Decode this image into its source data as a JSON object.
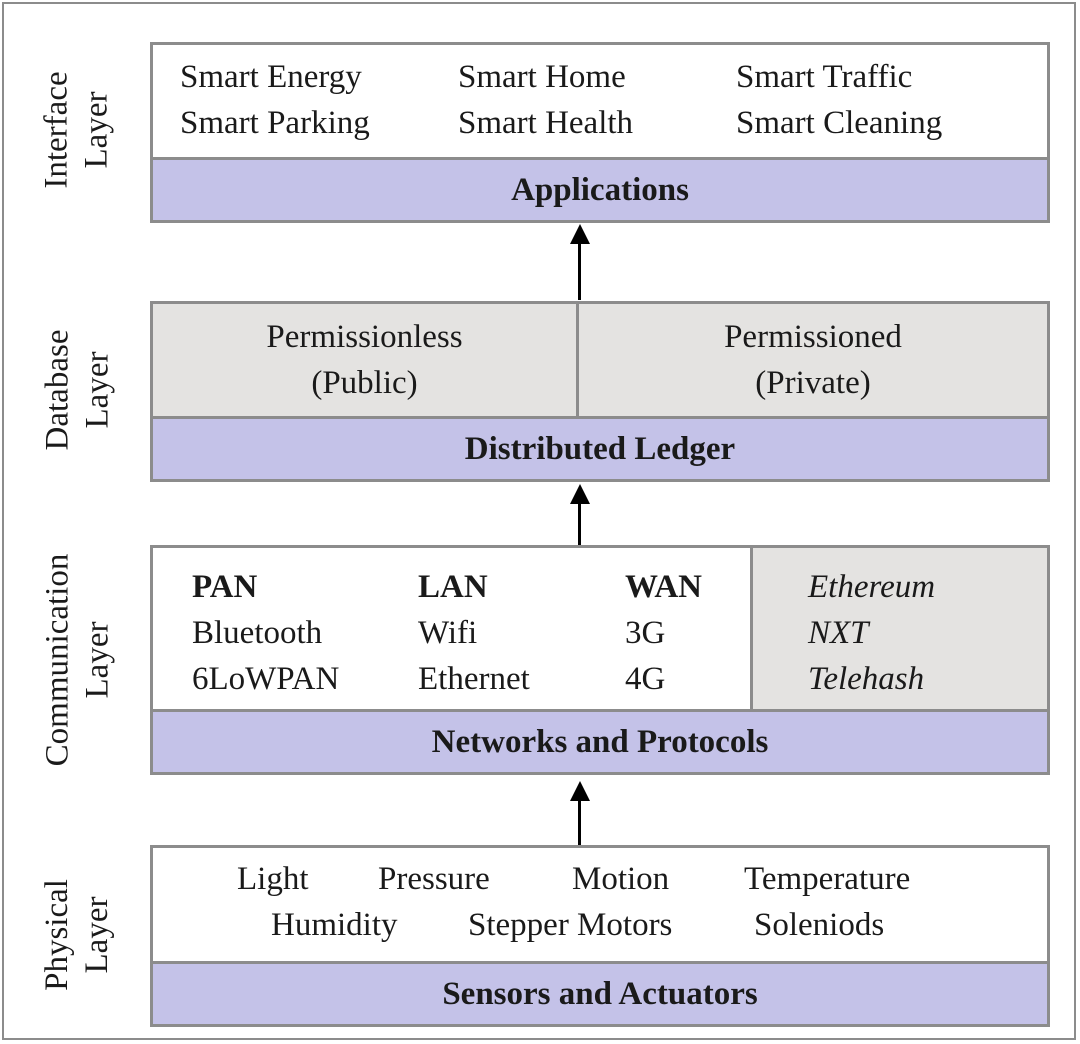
{
  "layers": {
    "interface": {
      "label_line1": "Interface",
      "label_line2": "Layer"
    },
    "database": {
      "label_line1": "Database",
      "label_line2": "Layer"
    },
    "communication": {
      "label_line1": "Communication",
      "label_line2": "Layer"
    },
    "physical": {
      "label_line1": "Physical",
      "label_line2": "Layer"
    }
  },
  "applications": {
    "title": "Applications",
    "items": [
      "Smart Energy",
      "Smart Home",
      "Smart Traffic",
      "Smart Parking",
      "Smart Health",
      "Smart Cleaning"
    ]
  },
  "ledger": {
    "title": "Distributed Ledger",
    "left_line1": "Permissionless",
    "left_line2": "(Public)",
    "right_line1": "Permissioned",
    "right_line2": "(Private)"
  },
  "networks": {
    "title": "Networks and Protocols",
    "columns": [
      {
        "header": "PAN",
        "items": [
          "Bluetooth",
          "6LoWPAN"
        ]
      },
      {
        "header": "LAN",
        "items": [
          "Wifi",
          "Ethernet"
        ]
      },
      {
        "header": "WAN",
        "items": [
          "3G",
          "4G"
        ]
      }
    ],
    "platforms": [
      "Ethereum",
      "NXT",
      "Telehash"
    ]
  },
  "sensors": {
    "title": "Sensors and Actuators",
    "row1": [
      "Light",
      "Pressure",
      "Motion",
      "Temperature"
    ],
    "row2": [
      "Humidity",
      "Stepper Motors",
      "Soleniods"
    ]
  },
  "colors": {
    "bar": "#c4c2e8",
    "gray_panel": "#e4e3e1",
    "border": "#8c8c8c"
  }
}
